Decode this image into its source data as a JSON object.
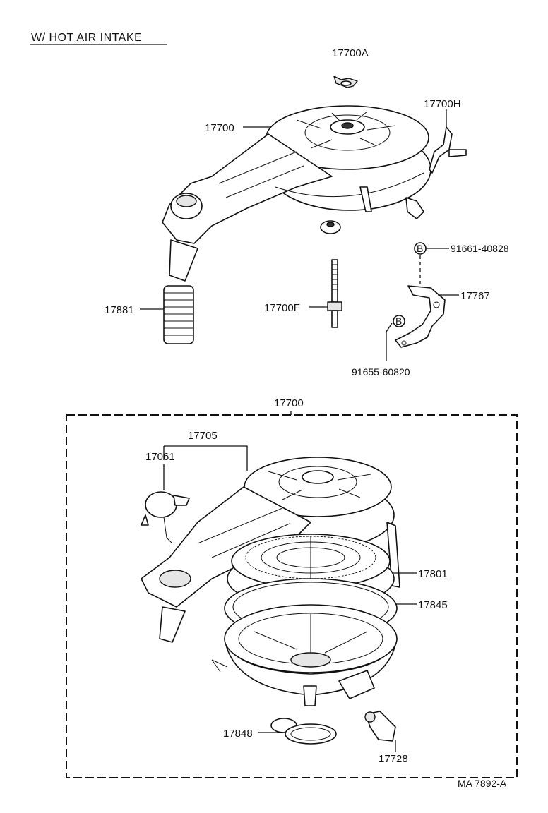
{
  "heading": "W/ HOT AIR INTAKE",
  "drawing_code": "MA 7892-A",
  "parts": {
    "p17700A": "17700A",
    "p17700H": "17700H",
    "p17700": "17700",
    "p91661": "91661-40828",
    "p17767": "17767",
    "p17881": "17881",
    "p17700F": "17700F",
    "p91655": "91655-60820",
    "p17700_assy": "17700",
    "p17705": "17705",
    "p17061": "17061",
    "p17801": "17801",
    "p17845": "17845",
    "p17848": "17848",
    "p17728": "17728"
  },
  "markers": {
    "bolt_a": "B",
    "bolt_b": "B"
  }
}
